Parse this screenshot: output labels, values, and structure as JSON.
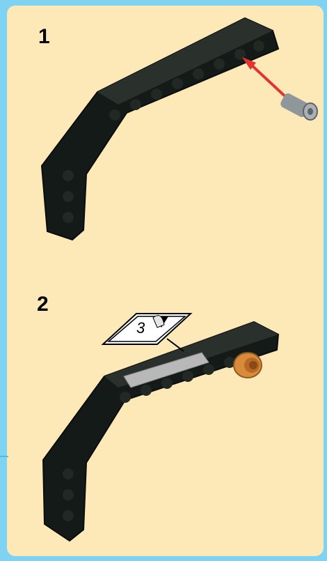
{
  "steps": [
    {
      "number": "1"
    },
    {
      "number": "2",
      "sticker_label": "3"
    }
  ],
  "colors": {
    "background": "#7fd3f2",
    "panel": "#fde9b8",
    "beam": "#141a17",
    "arrow": "#e3322f",
    "pin": "#8f979a",
    "bushing": "#d98a3a",
    "sticker": "#b8b8b8"
  },
  "icons": [
    "bent-beam-icon",
    "connector-pin-icon",
    "insert-arrow-icon",
    "bushing-icon",
    "sticker-callout-icon"
  ]
}
